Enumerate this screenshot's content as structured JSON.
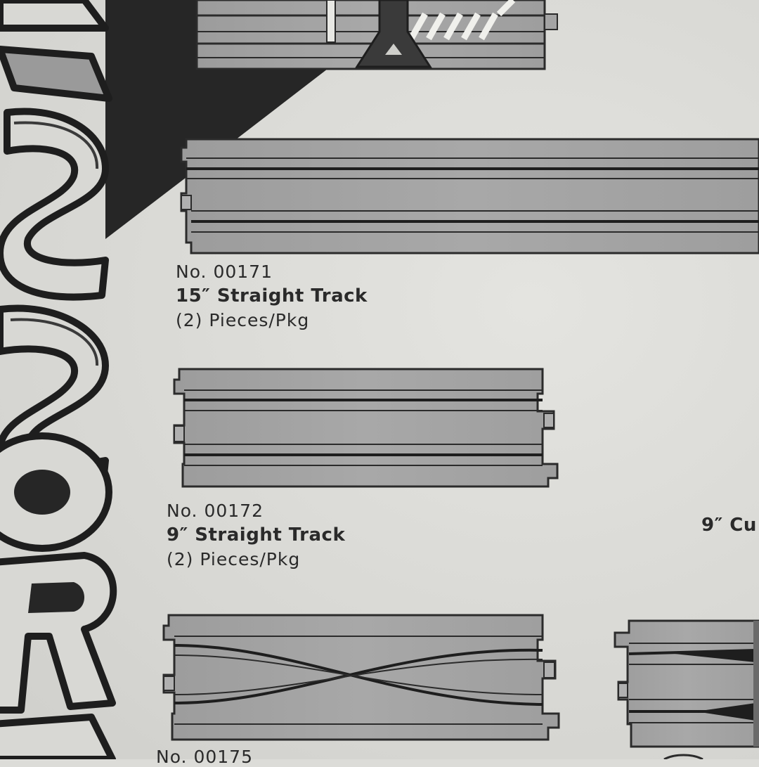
{
  "banner_text": "ACCESSORIES",
  "products": [
    {
      "number": "No. 00171",
      "name": "15″ Straight Track",
      "quantity": "(2) Pieces/Pkg"
    },
    {
      "number": "No. 00172",
      "name": "9″ Straight Track",
      "quantity": "(2) Pieces/Pkg"
    },
    {
      "number": "No. 00175"
    }
  ],
  "partial_label": "9″ Cu",
  "colors": {
    "paper": "#dcdcd8",
    "track_fill": "#a4a4a4",
    "outline": "#2b2b2b",
    "banner": "#262626"
  }
}
